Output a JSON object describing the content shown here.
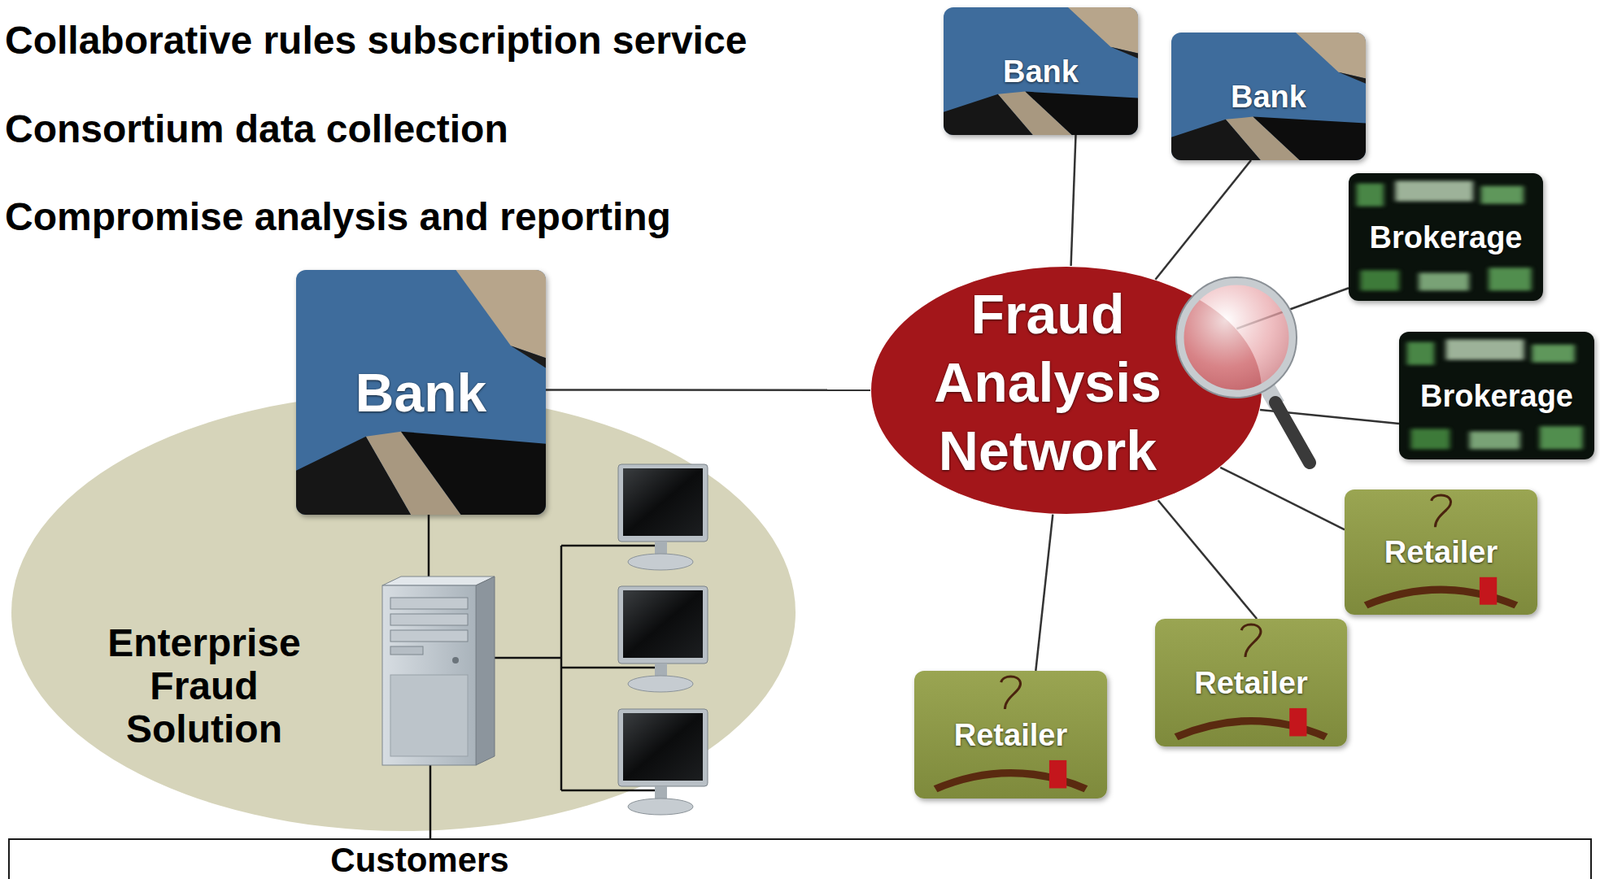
{
  "diagram": {
    "nodes": [
      {
        "text": [
          "Bank"
        ]
      },
      {
        "text": [
          "Fraud Analysis Network"
        ]
      },
      {
        "text": [
          "Bank"
        ]
      },
      {
        "text": [
          "Bank"
        ]
      },
      {
        "text": [
          "Brokerage"
        ]
      },
      {
        "text": [
          "Brokerage"
        ]
      },
      {
        "text": [
          "Retailer"
        ]
      },
      {
        "text": [
          "Retailer"
        ]
      },
      {
        "text": [
          "Retailer"
        ]
      },
      {
        "text": [
          "Enterprise Fraud Solution"
        ]
      },
      {
        "text": [
          "Customers"
        ]
      }
    ],
    "edges": [
      {
        "from": 0,
        "to": 1,
        "arrow": "none"
      },
      {
        "from": 1,
        "to": 2,
        "arrow": "none"
      },
      {
        "from": 1,
        "to": 3,
        "arrow": "none"
      },
      {
        "from": 1,
        "to": 4,
        "arrow": "none"
      },
      {
        "from": 1,
        "to": 5,
        "arrow": "none"
      },
      {
        "from": 1,
        "to": 6,
        "arrow": "none"
      },
      {
        "from": 1,
        "to": 7,
        "arrow": "none"
      },
      {
        "from": 1,
        "to": 8,
        "arrow": "none"
      }
    ],
    "labels": [
      "Collaborative rules subscription service",
      "Consortium data collection",
      "Compromise analysis and reporting"
    ]
  }
}
